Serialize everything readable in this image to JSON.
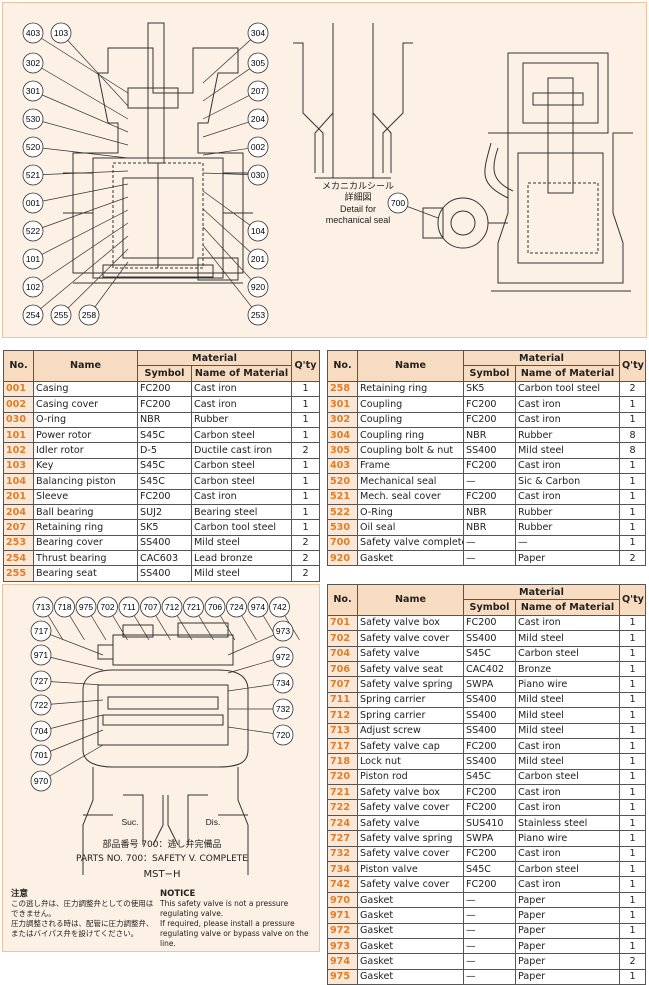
{
  "top_drawing": {
    "callouts_left": [
      "403",
      "103",
      "302",
      "301",
      "530",
      "520",
      "521",
      "001",
      "522",
      "101",
      "102",
      "254",
      "255",
      "258"
    ],
    "callouts_right": [
      "304",
      "305",
      "207",
      "204",
      "002",
      "030",
      "104",
      "201",
      "920",
      "253"
    ],
    "seal_detail_label_jp": "メカニカルシール\n詳細図",
    "seal_detail_label_en": "Detail for\nmechanical seal",
    "callout_side": "700"
  },
  "table_headers": {
    "no": "No.",
    "name": "Name",
    "material": "Material",
    "symbol": "Symbol",
    "material_name": "Name of Material",
    "qty": "Q'ty"
  },
  "table1": [
    [
      "001",
      "Casing",
      "FC200",
      "Cast iron",
      "1"
    ],
    [
      "002",
      "Casing cover",
      "FC200",
      "Cast iron",
      "1"
    ],
    [
      "030",
      "O-ring",
      "NBR",
      "Rubber",
      "1"
    ],
    [
      "101",
      "Power rotor",
      "S45C",
      "Carbon steel",
      "1"
    ],
    [
      "102",
      "Idler rotor",
      "D-5",
      "Ductile cast iron",
      "2"
    ],
    [
      "103",
      "Key",
      "S45C",
      "Carbon steel",
      "1"
    ],
    [
      "104",
      "Balancing piston",
      "S45C",
      "Carbon steel",
      "1"
    ],
    [
      "201",
      "Sleeve",
      "FC200",
      "Cast iron",
      "1"
    ],
    [
      "204",
      "Ball bearing",
      "SUJ2",
      "Bearing steel",
      "1"
    ],
    [
      "207",
      "Retaining ring",
      "SK5",
      "Carbon tool steel",
      "1"
    ],
    [
      "253",
      "Bearing cover",
      "SS400",
      "Mild steel",
      "2"
    ],
    [
      "254",
      "Thrust bearing",
      "CAC603",
      "Lead bronze",
      "2"
    ],
    [
      "255",
      "Bearing seat",
      "SS400",
      "Mild steel",
      "2"
    ]
  ],
  "table2": [
    [
      "258",
      "Retaining ring",
      "SK5",
      "Carbon tool steel",
      "2"
    ],
    [
      "301",
      "Coupling",
      "FC200",
      "Cast iron",
      "1"
    ],
    [
      "302",
      "Coupling",
      "FC200",
      "Cast iron",
      "1"
    ],
    [
      "304",
      "Coupling ring",
      "NBR",
      "Rubber",
      "8"
    ],
    [
      "305",
      "Coupling bolt & nut",
      "SS400",
      "Mild steel",
      "8"
    ],
    [
      "403",
      "Frame",
      "FC200",
      "Cast iron",
      "1"
    ],
    [
      "520",
      "Mechanical seal",
      "—",
      "Sic & Carbon",
      "1"
    ],
    [
      "521",
      "Mech. seal cover",
      "FC200",
      "Cast iron",
      "1"
    ],
    [
      "522",
      "O-Ring",
      "NBR",
      "Rubber",
      "1"
    ],
    [
      "530",
      "Oil seal",
      "NBR",
      "Rubber",
      "1"
    ],
    [
      "700",
      "Safety valve complete",
      "—",
      "—",
      "1"
    ],
    [
      "920",
      "Gasket",
      "—",
      "Paper",
      "2"
    ]
  ],
  "valve_drawing": {
    "callouts_top": [
      "713",
      "718",
      "975",
      "702",
      "711",
      "707",
      "712",
      "721",
      "706",
      "724",
      "974",
      "742"
    ],
    "callouts_left": [
      "717",
      "971",
      "727",
      "722",
      "704",
      "701",
      "970"
    ],
    "callouts_right": [
      "973",
      "972",
      "734",
      "732",
      "720"
    ],
    "suc_label": "Suc.",
    "dis_label": "Dis.",
    "caption_jp": "部品番号 700：逃し弁完備品",
    "caption_en": "PARTS NO. 700：SAFETY V. COMPLETE",
    "model": "MST−H"
  },
  "notes": {
    "jp_title": "注意",
    "jp_line1": "この逃し弁は、圧力調整弁としての使用は",
    "jp_line2": "できません。",
    "jp_line3": "圧力調整される時は、配管に圧力調整弁、",
    "jp_line4": "またはバイパス弁を設けてください。",
    "en_title": "NOTICE",
    "en_line1": "This safety valve is not a pressure",
    "en_line2": "regulating valve.",
    "en_line3": "If required, please install a pressure",
    "en_line4": "regulating valve or bypass valve on the line."
  },
  "table3": [
    [
      "701",
      "Safety valve box",
      "FC200",
      "Cast iron",
      "1"
    ],
    [
      "702",
      "Safety valve cover",
      "SS400",
      "Mild steel",
      "1"
    ],
    [
      "704",
      "Safety valve",
      "S45C",
      "Carbon steel",
      "1"
    ],
    [
      "706",
      "Safety valve seat",
      "CAC402",
      "Bronze",
      "1"
    ],
    [
      "707",
      "Safety valve spring",
      "SWPA",
      "Piano wire",
      "1"
    ],
    [
      "711",
      "Spring carrier",
      "SS400",
      "Mild steel",
      "1"
    ],
    [
      "712",
      "Spring carrier",
      "SS400",
      "Mild steel",
      "1"
    ],
    [
      "713",
      "Adjust screw",
      "SS400",
      "Mild steel",
      "1"
    ],
    [
      "717",
      "Safety valve cap",
      "FC200",
      "Cast iron",
      "1"
    ],
    [
      "718",
      "Lock nut",
      "SS400",
      "Mild steel",
      "1"
    ],
    [
      "720",
      "Piston rod",
      "S45C",
      "Carbon steel",
      "1"
    ],
    [
      "721",
      "Safety valve box",
      "FC200",
      "Cast iron",
      "1"
    ],
    [
      "722",
      "Safety valve cover",
      "FC200",
      "Cast iron",
      "1"
    ],
    [
      "724",
      "Safety valve",
      "SUS410",
      "Stainless steel",
      "1"
    ],
    [
      "727",
      "Safety valve spring",
      "SWPA",
      "Piano wire",
      "1"
    ],
    [
      "732",
      "Safety valve cover",
      "FC200",
      "Cast iron",
      "1"
    ],
    [
      "734",
      "Piston valve",
      "S45C",
      "Carbon steel",
      "1"
    ],
    [
      "742",
      "Safety valve cover",
      "FC200",
      "Cast iron",
      "1"
    ],
    [
      "970",
      "Gasket",
      "—",
      "Paper",
      "1"
    ],
    [
      "971",
      "Gasket",
      "—",
      "Paper",
      "1"
    ],
    [
      "972",
      "Gasket",
      "—",
      "Paper",
      "1"
    ],
    [
      "973",
      "Gasket",
      "—",
      "Paper",
      "1"
    ],
    [
      "974",
      "Gasket",
      "—",
      "Paper",
      "2"
    ],
    [
      "975",
      "Gasket",
      "—",
      "Paper",
      "1"
    ]
  ]
}
